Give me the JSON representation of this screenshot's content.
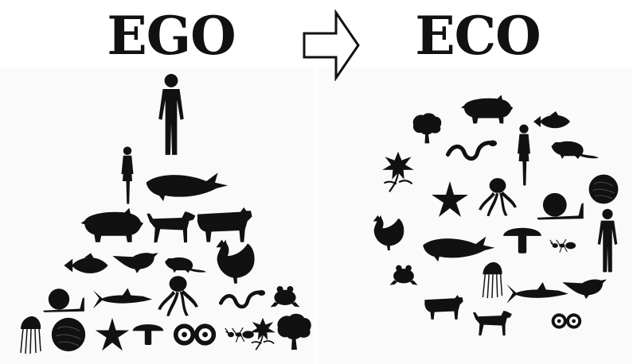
{
  "left_panel": {
    "title": "EGO",
    "layout": "pyramid",
    "rows": [
      [
        "human"
      ],
      [
        "woman",
        "whale"
      ],
      [
        "pig",
        "dog",
        "cow"
      ],
      [
        "fish",
        "bird",
        "rat",
        "hen"
      ],
      [
        "snail",
        "shark",
        "octopus",
        "snake",
        "frog"
      ],
      [
        "jellyfish",
        "coral",
        "starfish",
        "mushroom",
        "eggs",
        "ant",
        "flower",
        "tree"
      ]
    ]
  },
  "right_panel": {
    "title": "ECO",
    "layout": "circle",
    "organisms": [
      "tree",
      "pig",
      "fish",
      "woman",
      "rat",
      "flower",
      "snake",
      "starfish",
      "octopus",
      "coral",
      "snail",
      "hen",
      "whale",
      "mushroom",
      "ant",
      "human",
      "frog",
      "jellyfish",
      "shark",
      "bird",
      "cow",
      "dog",
      "eggs"
    ]
  },
  "arrow": {
    "direction": "right",
    "icon": "outline-right-arrow-icon"
  },
  "colors": {
    "silhouette": "#111111",
    "background": "#fafafa"
  }
}
